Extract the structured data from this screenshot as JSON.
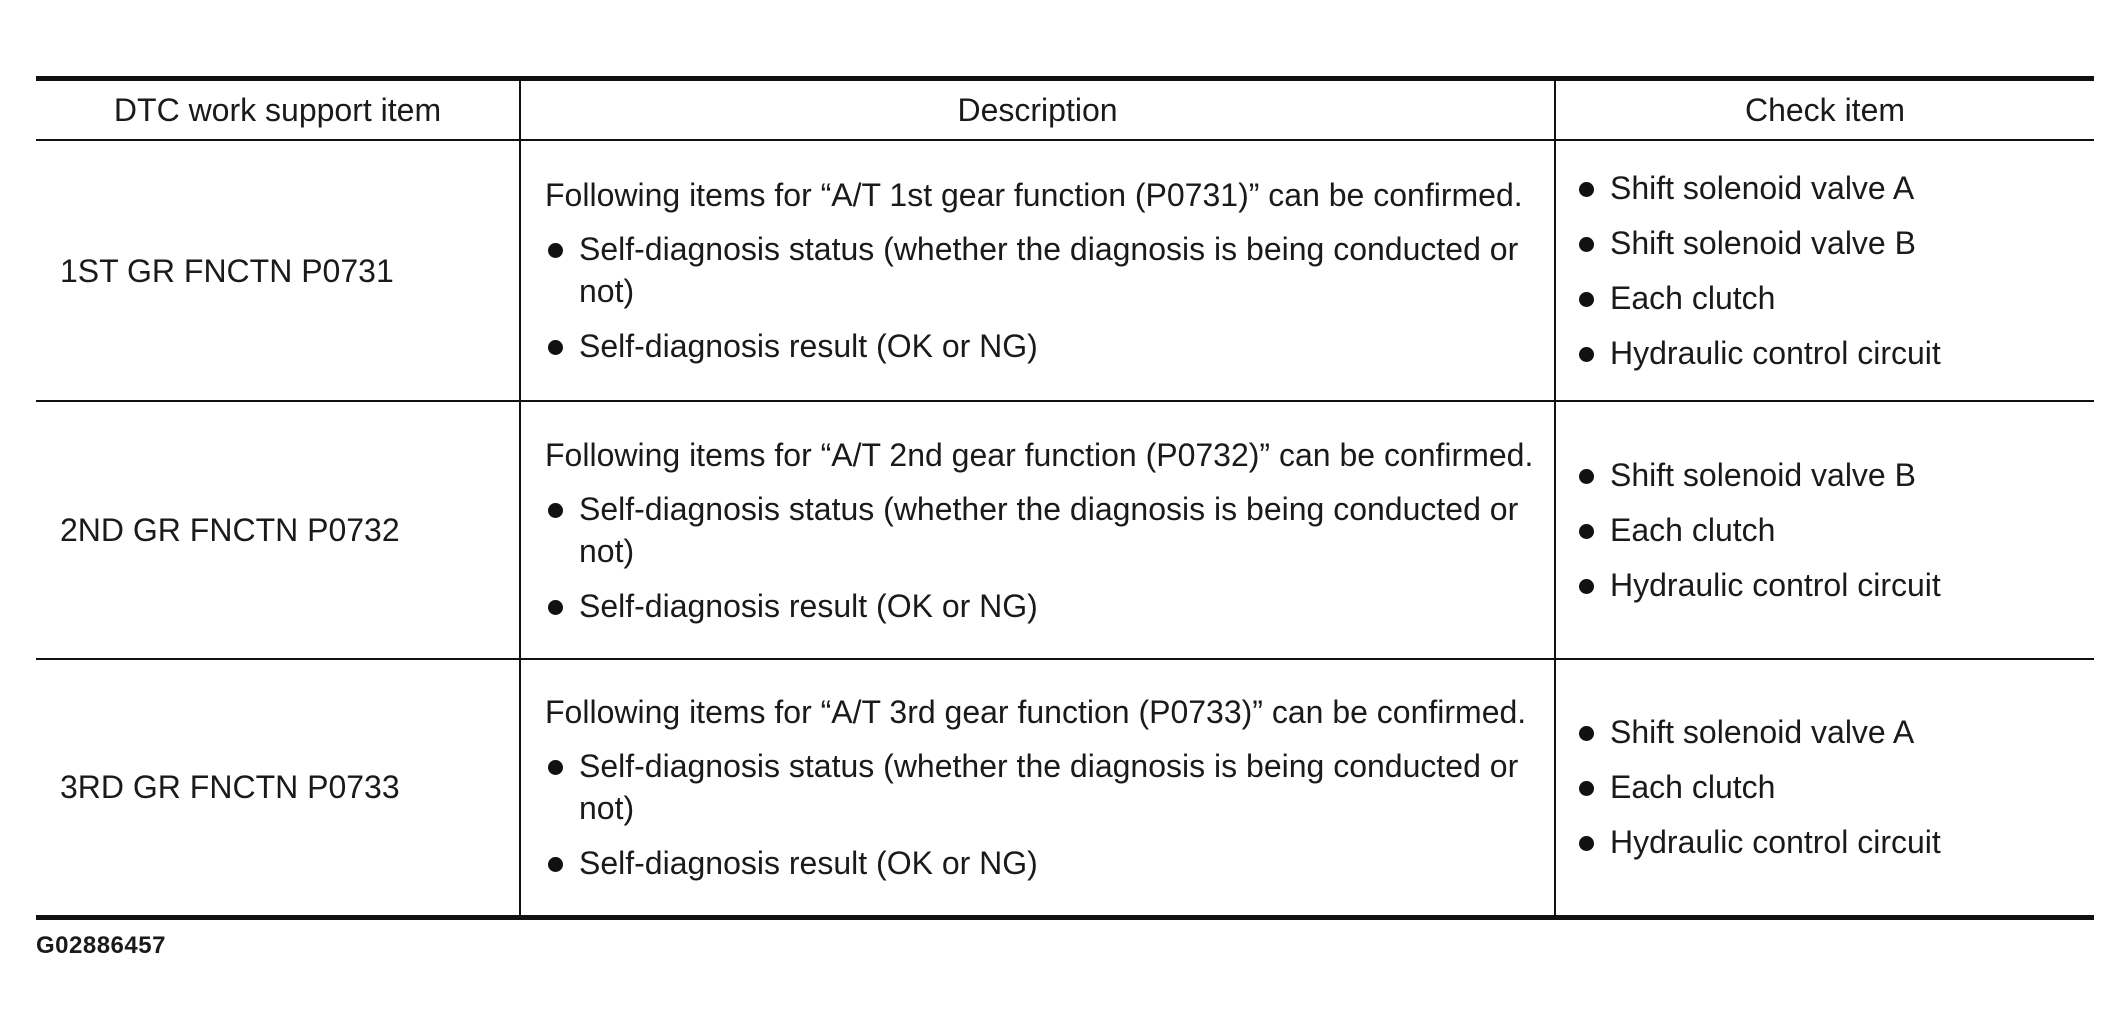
{
  "table": {
    "headers": [
      "DTC work support item",
      "Description",
      "Check item"
    ],
    "rows": [
      {
        "item": "1ST GR FNCTN P0731",
        "intro": "Following items for “A/T 1st gear function (P0731)” can be confirmed.",
        "bullets": [
          "Self-diagnosis status (whether the diagnosis is being conducted or not)",
          "Self-diagnosis result (OK or NG)"
        ],
        "checks": [
          "Shift solenoid valve A",
          "Shift solenoid valve B",
          "Each clutch",
          "Hydraulic control circuit"
        ]
      },
      {
        "item": "2ND GR FNCTN P0732",
        "intro": "Following items for “A/T 2nd gear function (P0732)” can be confirmed.",
        "bullets": [
          "Self-diagnosis status (whether the diagnosis is being conducted or not)",
          "Self-diagnosis result (OK or NG)"
        ],
        "checks": [
          "Shift solenoid valve B",
          "Each clutch",
          "Hydraulic control circuit"
        ]
      },
      {
        "item": "3RD GR FNCTN P0733",
        "intro": "Following items for “A/T 3rd gear function (P0733)” can be confirmed.",
        "bullets": [
          "Self-diagnosis status (whether the diagnosis is being conducted or not)",
          "Self-diagnosis result (OK or NG)"
        ],
        "checks": [
          "Shift solenoid valve A",
          "Each clutch",
          "Hydraulic control circuit"
        ]
      }
    ]
  },
  "figure_id": "G02886457"
}
